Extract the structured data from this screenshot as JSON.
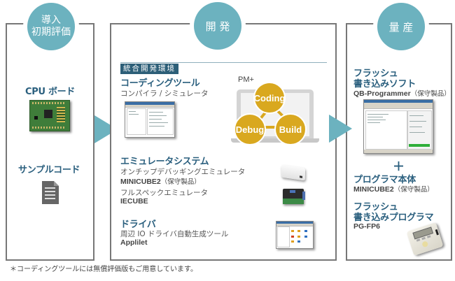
{
  "stages": {
    "intro": {
      "label_line1": "導入",
      "label_line2": "初期評価",
      "items": [
        {
          "title": "CPU ボード",
          "icon": "cpu-board-image"
        },
        {
          "title": "サンプルコード",
          "icon": "document-icon"
        }
      ]
    },
    "development": {
      "label": "開 発",
      "ide_tag": "統合開発環境",
      "coding_tool": {
        "title": "コーディングツール",
        "subtitle": "コンパイラ / シミュレータ",
        "pm_label": "PM+",
        "cycle": [
          "Coding",
          "Debug",
          "Build"
        ]
      },
      "emulator": {
        "title": "エミュレータシステム",
        "items": [
          {
            "desc": "オンチップデバッギングエミュレータ",
            "product": "MINICUBE2",
            "note": "（保守製品）"
          },
          {
            "desc": "フルスペックエミュレータ",
            "product": "IECUBE",
            "note": ""
          }
        ]
      },
      "driver": {
        "title": "ドライバ",
        "desc": "周辺 IO ドライバ自動生成ツール",
        "product": "Applilet"
      }
    },
    "production": {
      "label": "量 産",
      "flash_soft": {
        "title_line1": "フラッシュ",
        "title_line2": "書き込みソフト",
        "product": "QB-Programmer",
        "note": "（保守製品）"
      },
      "plus": "＋",
      "programmer_body": {
        "title": "プログラマ本体",
        "product": "MINICUBE2",
        "note": "（保守製品）"
      },
      "flash_programmer": {
        "title_line1": "フラッシュ",
        "title_line2": "書き込みプログラマ",
        "product": "PG-FP6"
      }
    }
  },
  "footnote": "＊コーディングツールには無償評価版もご用意しています。",
  "colors": {
    "stage_circle": "#6cb2bf",
    "heading_blue": "#2a5f7e",
    "cycle_gold": "#d9a81f",
    "border_gray": "#777777"
  }
}
